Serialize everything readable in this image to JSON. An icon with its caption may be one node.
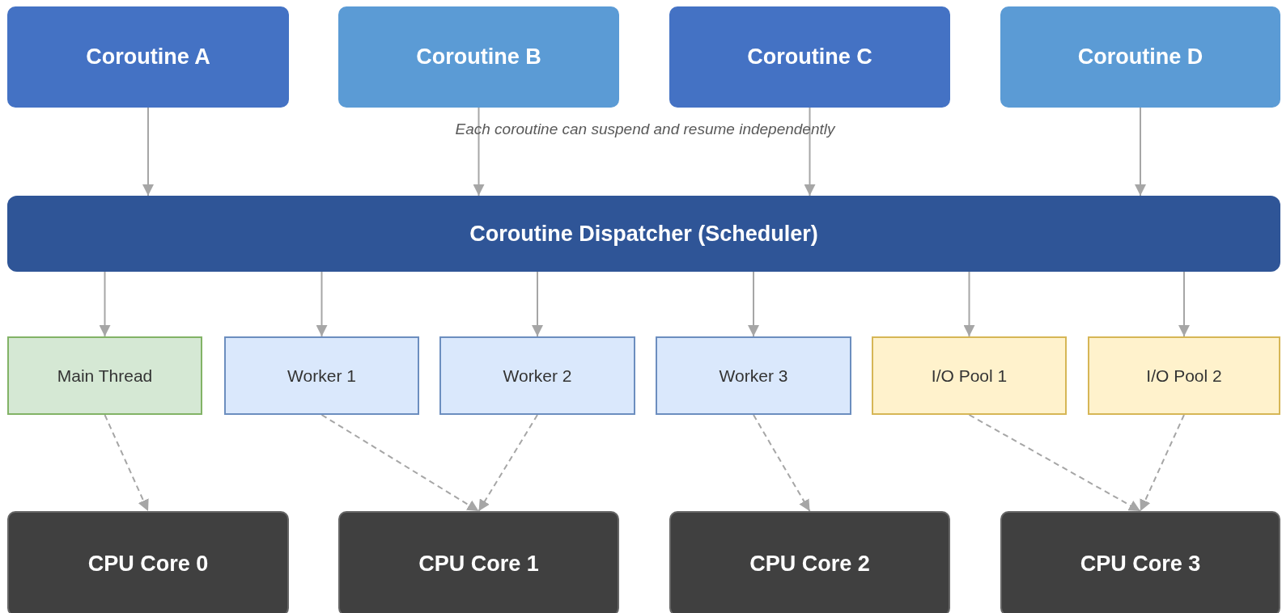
{
  "diagram": {
    "nodes": [
      {
        "text": [
          "Coroutine A"
        ]
      },
      {
        "text": [
          "Coroutine B"
        ]
      },
      {
        "text": [
          "Coroutine C"
        ]
      },
      {
        "text": [
          "Coroutine D"
        ]
      },
      {
        "text": [
          "Coroutine Dispatcher (Scheduler)"
        ]
      },
      {
        "text": [
          "Main Thread"
        ]
      },
      {
        "text": [
          "Worker 1"
        ]
      },
      {
        "text": [
          "Worker 2"
        ]
      },
      {
        "text": [
          "Worker 3"
        ]
      },
      {
        "text": [
          "I/O Pool 1"
        ]
      },
      {
        "text": [
          "I/O Pool 2"
        ]
      },
      {
        "text": [
          "CPU Core 0"
        ]
      },
      {
        "text": [
          "CPU Core 1"
        ]
      },
      {
        "text": [
          "CPU Core 2"
        ]
      },
      {
        "text": [
          "CPU Core 3"
        ]
      }
    ],
    "edges": [
      {
        "from": 0,
        "to": 4,
        "arrow": "to"
      },
      {
        "from": 1,
        "to": 4,
        "arrow": "to"
      },
      {
        "from": 2,
        "to": 4,
        "arrow": "to"
      },
      {
        "from": 3,
        "to": 4,
        "arrow": "to"
      },
      {
        "from": 4,
        "to": 5,
        "arrow": "to"
      },
      {
        "from": 4,
        "to": 6,
        "arrow": "to"
      },
      {
        "from": 4,
        "to": 7,
        "arrow": "to"
      },
      {
        "from": 4,
        "to": 8,
        "arrow": "to"
      },
      {
        "from": 4,
        "to": 9,
        "arrow": "to"
      },
      {
        "from": 4,
        "to": 10,
        "arrow": "to"
      },
      {
        "from": 5,
        "to": 11,
        "arrow": "to",
        "style": "dashed"
      },
      {
        "from": 6,
        "to": 12,
        "arrow": "to",
        "style": "dashed"
      },
      {
        "from": 7,
        "to": 12,
        "arrow": "to",
        "style": "dashed"
      },
      {
        "from": 8,
        "to": 13,
        "arrow": "to",
        "style": "dashed"
      },
      {
        "from": 9,
        "to": 14,
        "arrow": "to",
        "style": "dashed"
      },
      {
        "from": 10,
        "to": 14,
        "arrow": "to",
        "style": "dashed"
      }
    ],
    "labels": [
      "Each coroutine can suspend and resume independently"
    ]
  }
}
